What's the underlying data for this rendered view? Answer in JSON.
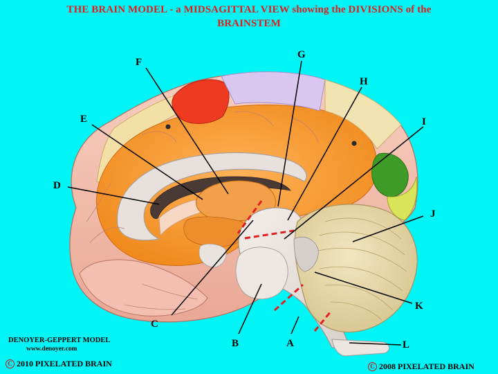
{
  "title": {
    "line1": "THE BRAIN MODEL - a MIDSAGITTAL VIEW showing the DIVISIONS of the",
    "line2": "BRAINSTEM"
  },
  "labels": [
    "A",
    "B",
    "C",
    "D",
    "E",
    "F",
    "G",
    "H",
    "I",
    "J",
    "K",
    "L"
  ],
  "credits": {
    "maker": "DENOYER-GEPPERT MODEL",
    "maker_url": "www.denoyer.com",
    "copyright_left": "2010  PIXELATED BRAIN",
    "copyright_right": "2008  PIXELATED BRAIN",
    "copyright_symbol": "C"
  },
  "colors": {
    "background": "#00f6f6",
    "title": "#e41b1b",
    "division_lines": "#e02020"
  }
}
